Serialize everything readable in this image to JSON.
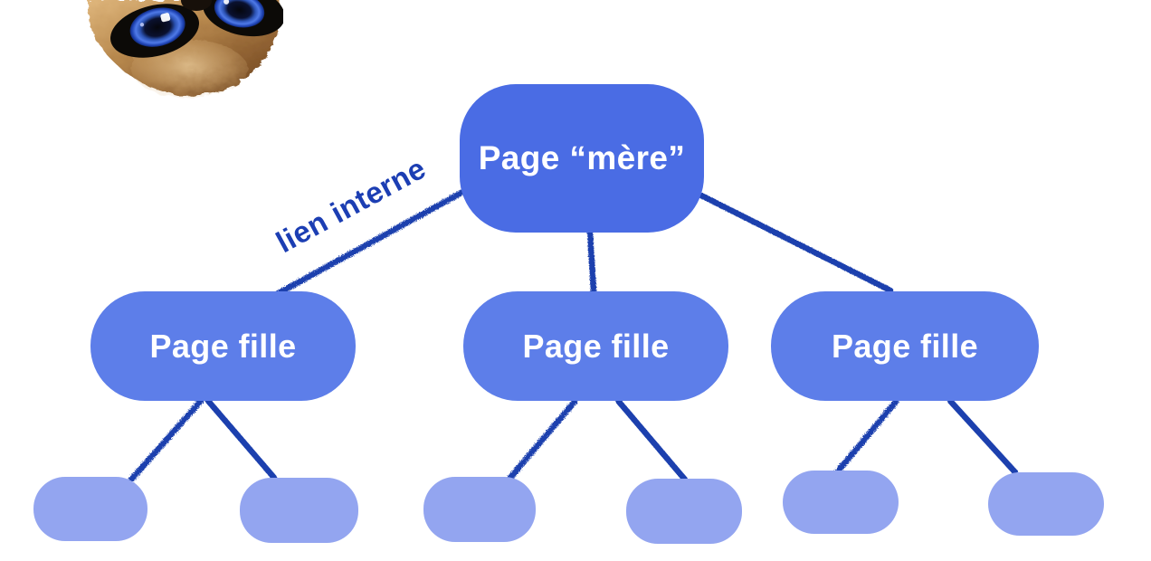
{
  "page": {
    "background": "#ffffff"
  },
  "diagram": {
    "root_node": {
      "label": "Page “mère”",
      "fill": "#4a6ce4",
      "text_color": "#ffffff"
    },
    "edge_label": {
      "text": "lien interne",
      "color": "#1c3eb3"
    },
    "child_nodes": [
      {
        "label": "Page fille"
      },
      {
        "label": "Page fille"
      },
      {
        "label": "Page fille"
      }
    ],
    "child_fill": "#5d7ee9",
    "grandchild_fill": "#93a5f0",
    "grandchild_count": 6,
    "connector_color": "#1c40ae"
  },
  "decoration": {
    "meerkat_image_alt": "upside-down meerkat face with large blue eyes"
  }
}
